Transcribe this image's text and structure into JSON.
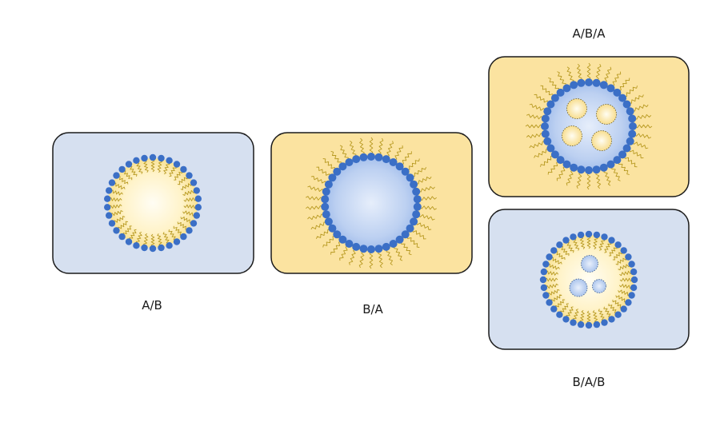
{
  "colors": {
    "blue_bg": "#d6e0f0",
    "yellow_bg": "#fbe3a0",
    "head": "#3b6fc6",
    "tail": "#b89a22",
    "frame": "#1a1a1a",
    "core_yellow": "#fff1c4",
    "core_blue": "#a9c4ee"
  },
  "panels": [
    {
      "id": "a-b",
      "label": "A/B",
      "type": "blue-outer-yellow-core"
    },
    {
      "id": "b-a",
      "label": "B/A",
      "type": "yellow-outer-blue-core"
    },
    {
      "id": "a-b-a",
      "label": "A/B/A",
      "type": "yellow-outer-blue-core-with-yellow-droplets"
    },
    {
      "id": "b-a-b",
      "label": "B/A/B",
      "type": "blue-outer-yellow-core-with-blue-droplets"
    }
  ]
}
